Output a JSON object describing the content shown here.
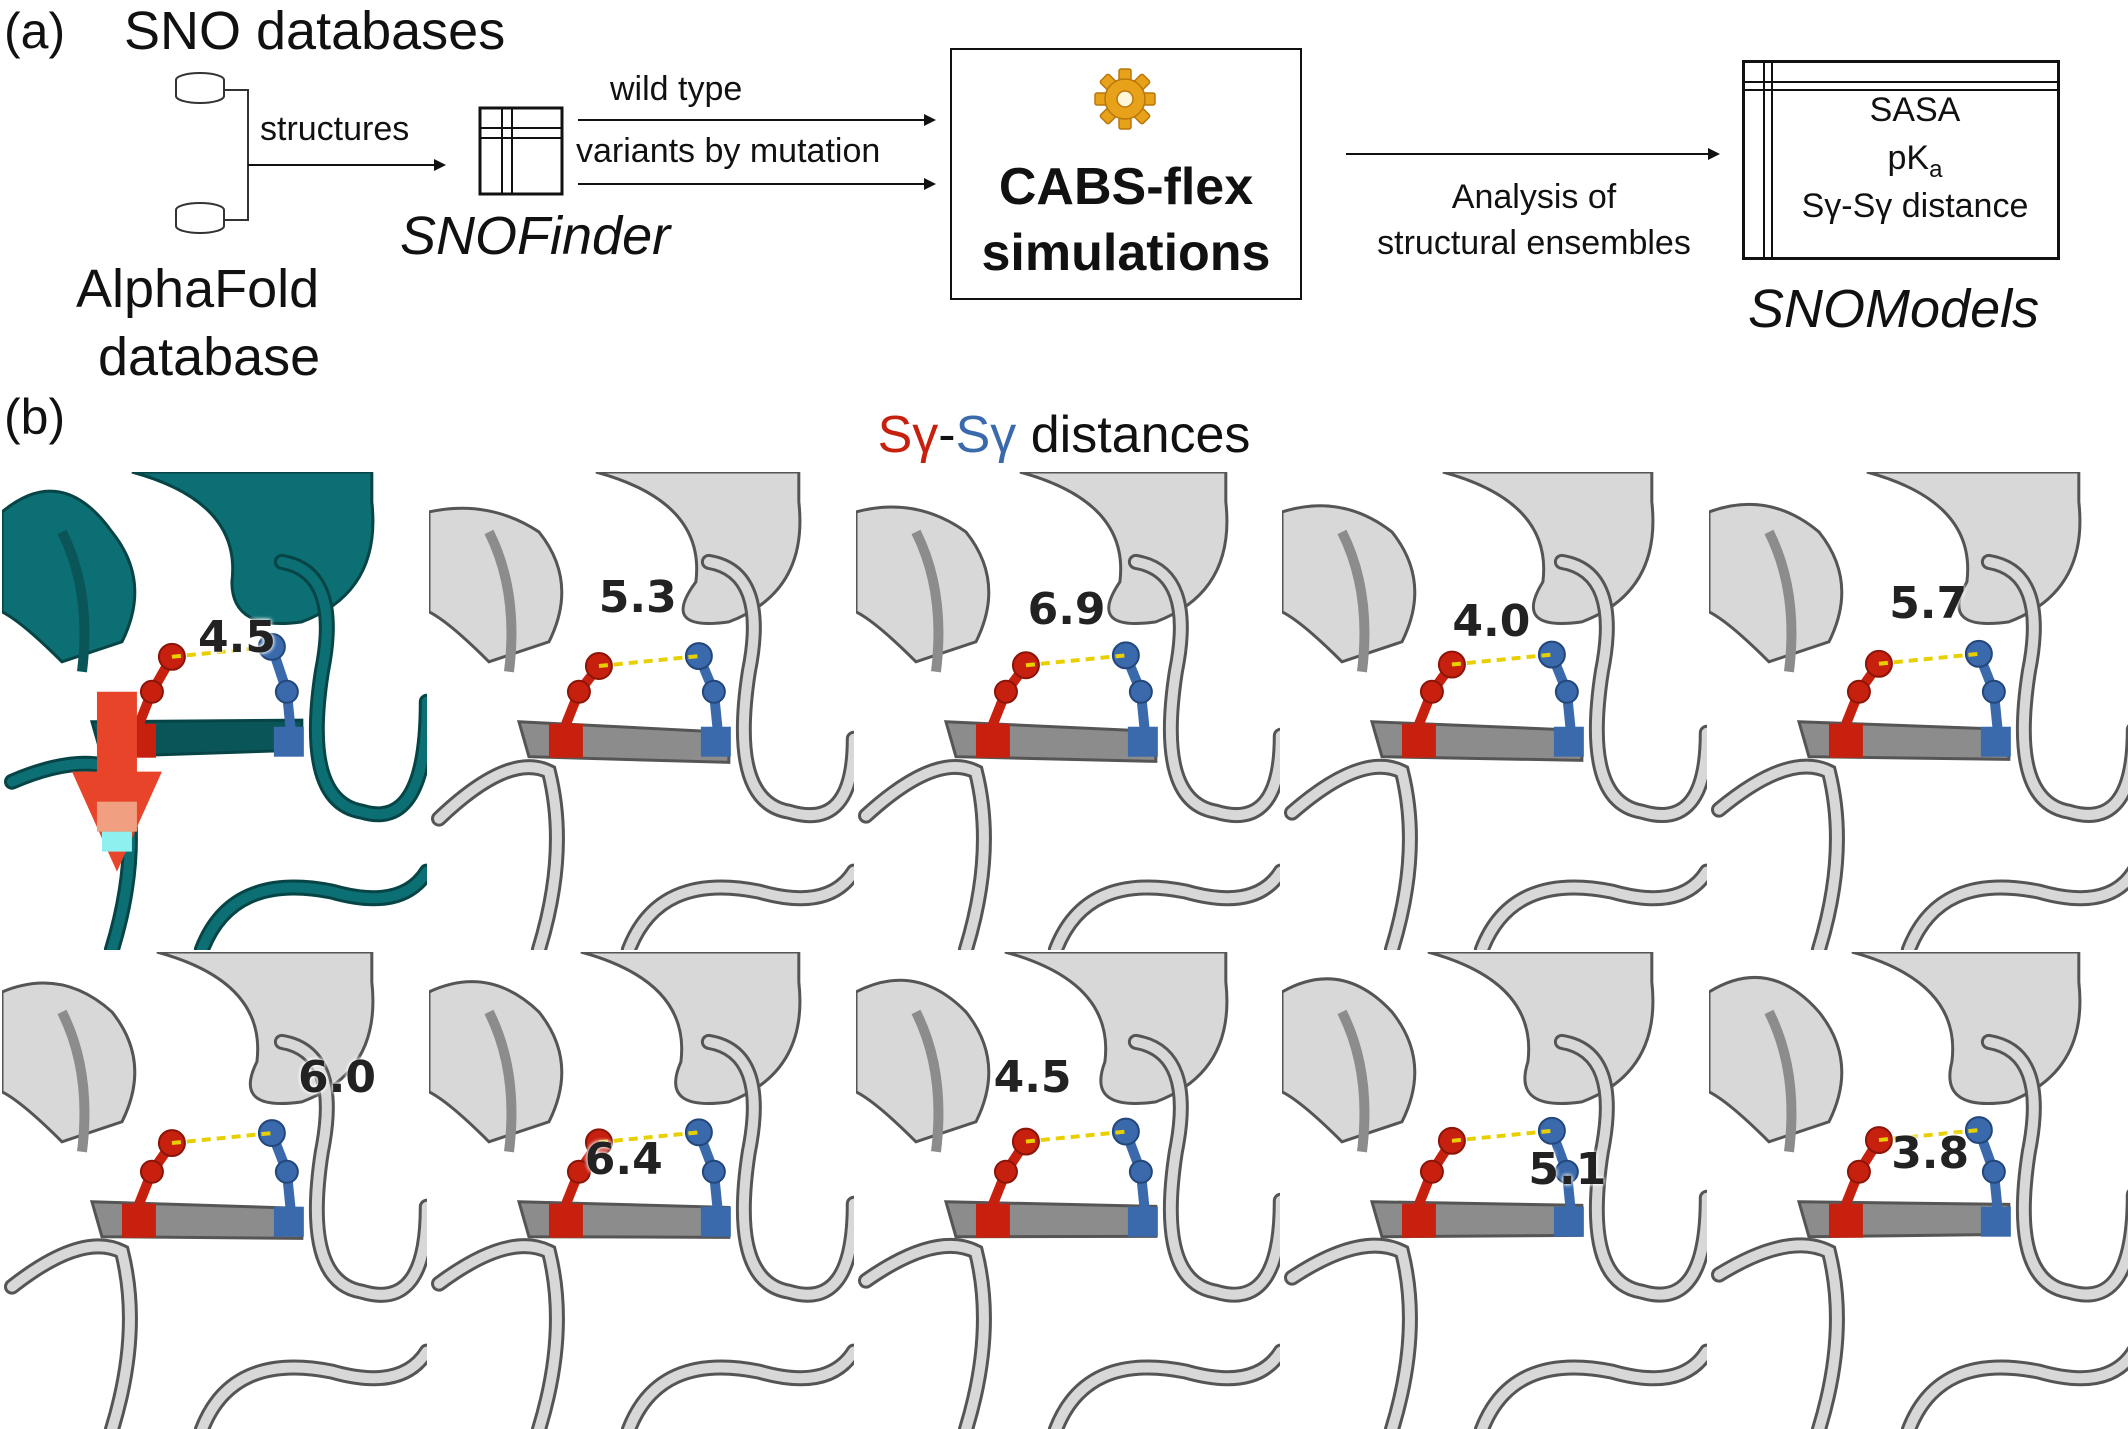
{
  "panel_a": {
    "label": "(a)",
    "sno_db": "SNO databases",
    "alphafold_db_line1": "AlphaFold",
    "alphafold_db_line2": "database",
    "structures": "structures",
    "snofinder": "SNOFinder",
    "wild_type": "wild type",
    "variants": "variants by mutation",
    "cabs_line1": "CABS-flex",
    "cabs_line2": "simulations",
    "analysis_line1": "Analysis of",
    "analysis_line2": "structural ensembles",
    "models_sasa": "SASA",
    "models_pka_main": "pK",
    "models_pka_sub": "a",
    "models_dist": "Sγ-Sγ distance",
    "snomodels": "SNOModels"
  },
  "panel_b": {
    "label": "(b)",
    "title_part1": "Sγ",
    "title_dash": "-",
    "title_part2": "Sγ",
    "title_rest": " distances",
    "colors": {
      "red": "#c8200e",
      "blue": "#3a6aab",
      "teal": "#0c6f73",
      "grey": "#d8d8d8"
    },
    "distances": [
      "4.5",
      "5.3",
      "6.9",
      "4.0",
      "5.7",
      "6.0",
      "6.4",
      "4.5",
      "5.1",
      "3.8"
    ]
  }
}
